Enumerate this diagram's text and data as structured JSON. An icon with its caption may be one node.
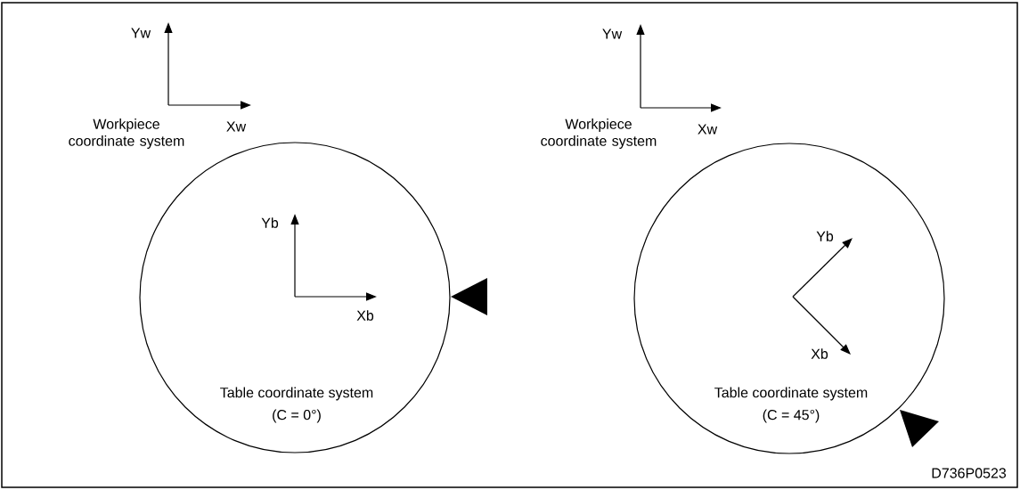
{
  "diagram": {
    "nodes": [
      {
        "text": [
          "Table coordinate system",
          "(C = 0°)"
        ]
      },
      {
        "text": [
          "Table coordinate system",
          "(C = 45°)"
        ]
      }
    ],
    "edges": [],
    "labels": [
      "Yw",
      "Xw",
      "Workpiece coordinate system",
      "Yw",
      "Xw",
      "Workpiece coordinate system",
      "Yb",
      "Xb",
      "Yb",
      "Xb",
      "D736P0523"
    ]
  }
}
